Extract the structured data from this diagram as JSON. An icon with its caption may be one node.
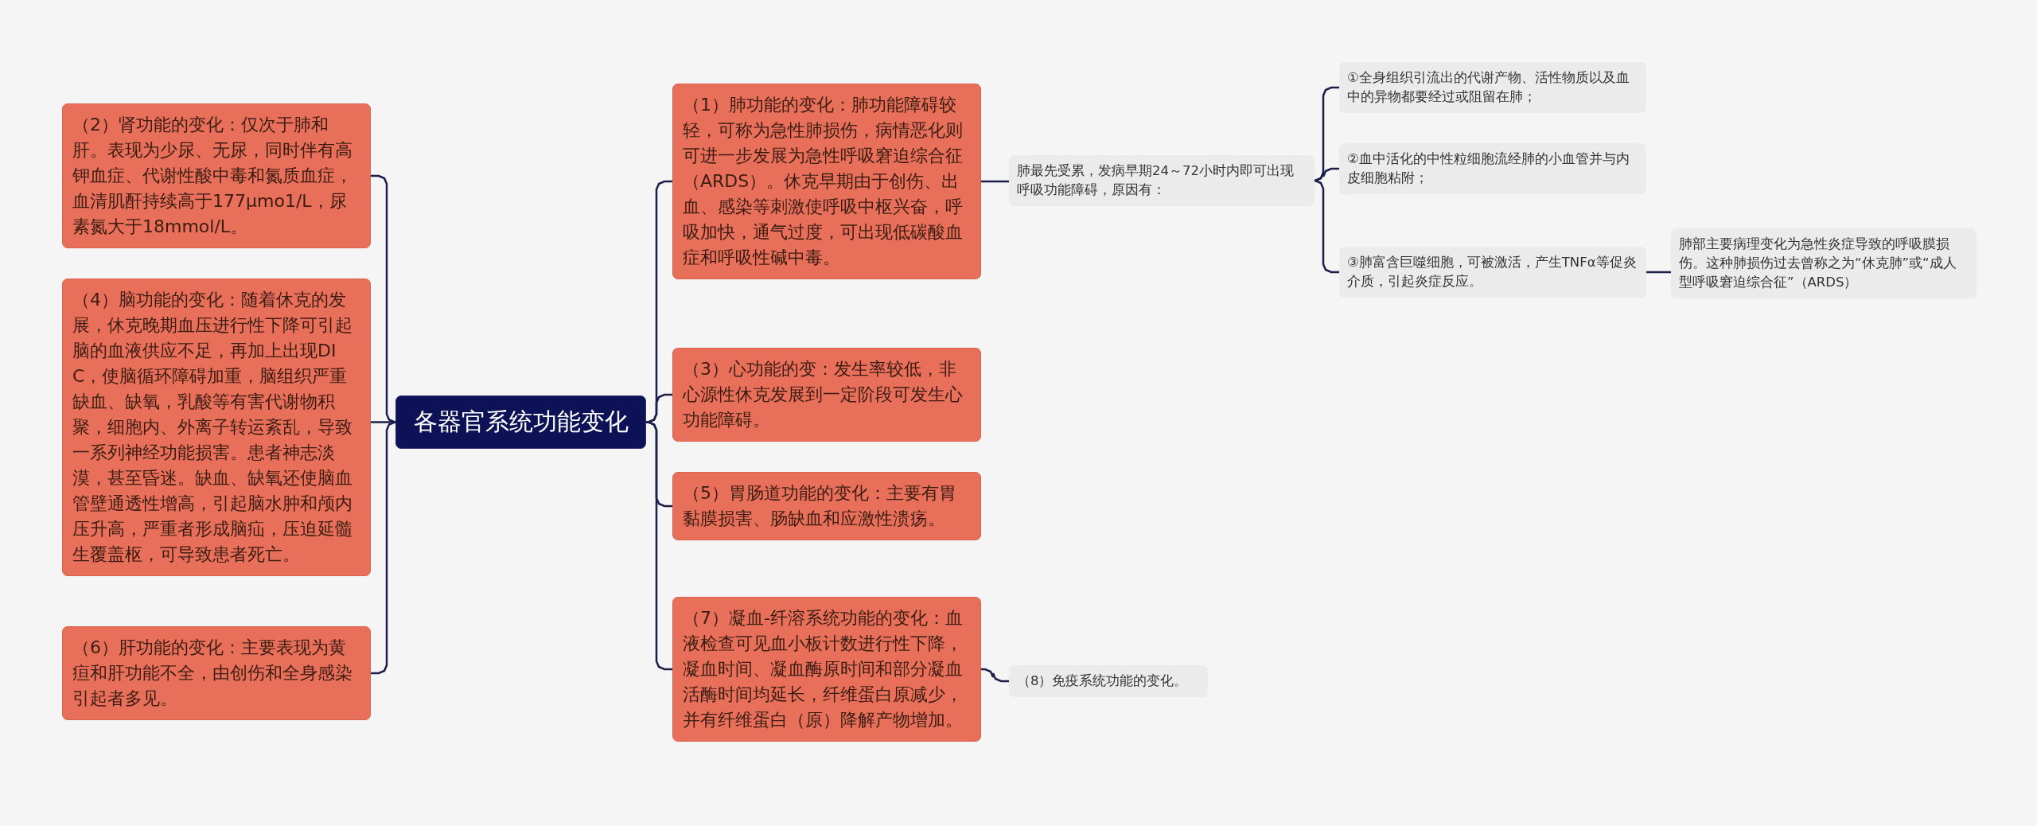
{
  "diagram": {
    "nodes": [
      {
        "text": [
          "各器官系统功能变化"
        ]
      },
      {
        "text": [
          "（1）肺功能的变化：肺功能障碍较轻，可称为急性肺损伤，病情恶化则可进一步发展为急性呼吸窘迫综合征（ARDS）。休克早期由于创伤、出血、感染等刺激使呼吸中枢兴奋，呼吸加快，通气过度，可出现低碳酸血症和呼吸性碱中毒。"
        ]
      },
      {
        "text": [
          "肺最先受累，发病早期24～72小时内即可出现呼吸功能障碍，原因有："
        ]
      },
      {
        "text": [
          "①全身组织引流出的代谢产物、活性物质以及血中的异物都要经过或阻留在肺；"
        ]
      },
      {
        "text": [
          "②血中活化的中性粒细胞流经肺的小血管并与内皮细胞粘附；"
        ]
      },
      {
        "text": [
          "③肺富含巨噬细胞，可被激活，产生TNFα等促炎介质，引起炎症反应。"
        ]
      },
      {
        "text": [
          "肺部主要病理变化为急性炎症导致的呼吸膜损伤。这种肺损伤过去曾称之为“休克肺”或“成人型呼吸窘迫综合征”（ARDS）"
        ]
      },
      {
        "text": [
          "（2）肾功能的变化：仅次于肺和肝。表现为少尿、无尿，同时伴有高钾血症、代谢性酸中毒和氮质血症，血清肌酐持续高于177μmo1/L，尿素氮大于18mmol/L。"
        ]
      },
      {
        "text": [
          "（3）心功能的变：发生率较低，非心源性休克发展到一定阶段可发生心功能障碍。"
        ]
      },
      {
        "text": [
          "（4）脑功能的变化：随着休克的发展，休克晚期血压进行性下降可引起脑的血液供应不足，再加上出现DIC，使脑循环障碍加重，脑组织严重缺血、缺氧，乳酸等有害代谢物积聚，细胞内、外离子转运紊乱，导致一系列神经功能损害。患者神志淡漠，甚至昏迷。缺血、缺氧还使脑血管壁通透性增高，引起脑水肿和颅内压升高，严重者形成脑疝，压迫延髓生覆盖枢，可导致患者死亡。"
        ]
      },
      {
        "text": [
          "（5）胃肠道功能的变化：主要有胃黏膜损害、肠缺血和应激性溃疡。"
        ]
      },
      {
        "text": [
          "（6）肝功能的变化：主要表现为黄疸和肝功能不全，由创伤和全身感染引起者多见。"
        ]
      },
      {
        "text": [
          "（7）凝血-纤溶系统功能的变化：血液检查可见血小板计数进行性下降，凝血时间、凝血酶原时间和部分凝血活酶时间均延长，纤维蛋白原减少，并有纤维蛋白（原）降解产物增加。"
        ]
      },
      {
        "text": [
          "（8）免疫系统功能的变化。"
        ]
      }
    ],
    "edges": [
      {
        "from": 0,
        "to": 1,
        "arrow": "none"
      },
      {
        "from": 0,
        "to": 8,
        "arrow": "none"
      },
      {
        "from": 0,
        "to": 10,
        "arrow": "none"
      },
      {
        "from": 0,
        "to": 12,
        "arrow": "none"
      },
      {
        "from": 0,
        "to": 7,
        "arrow": "none"
      },
      {
        "from": 0,
        "to": 9,
        "arrow": "none"
      },
      {
        "from": 0,
        "to": 11,
        "arrow": "none"
      },
      {
        "from": 1,
        "to": 2,
        "arrow": "none"
      },
      {
        "from": 2,
        "to": 3,
        "arrow": "none"
      },
      {
        "from": 2,
        "to": 4,
        "arrow": "none"
      },
      {
        "from": 2,
        "to": 5,
        "arrow": "none"
      },
      {
        "from": 5,
        "to": 6,
        "arrow": "none"
      },
      {
        "from": 12,
        "to": 13,
        "arrow": "none"
      }
    ]
  }
}
